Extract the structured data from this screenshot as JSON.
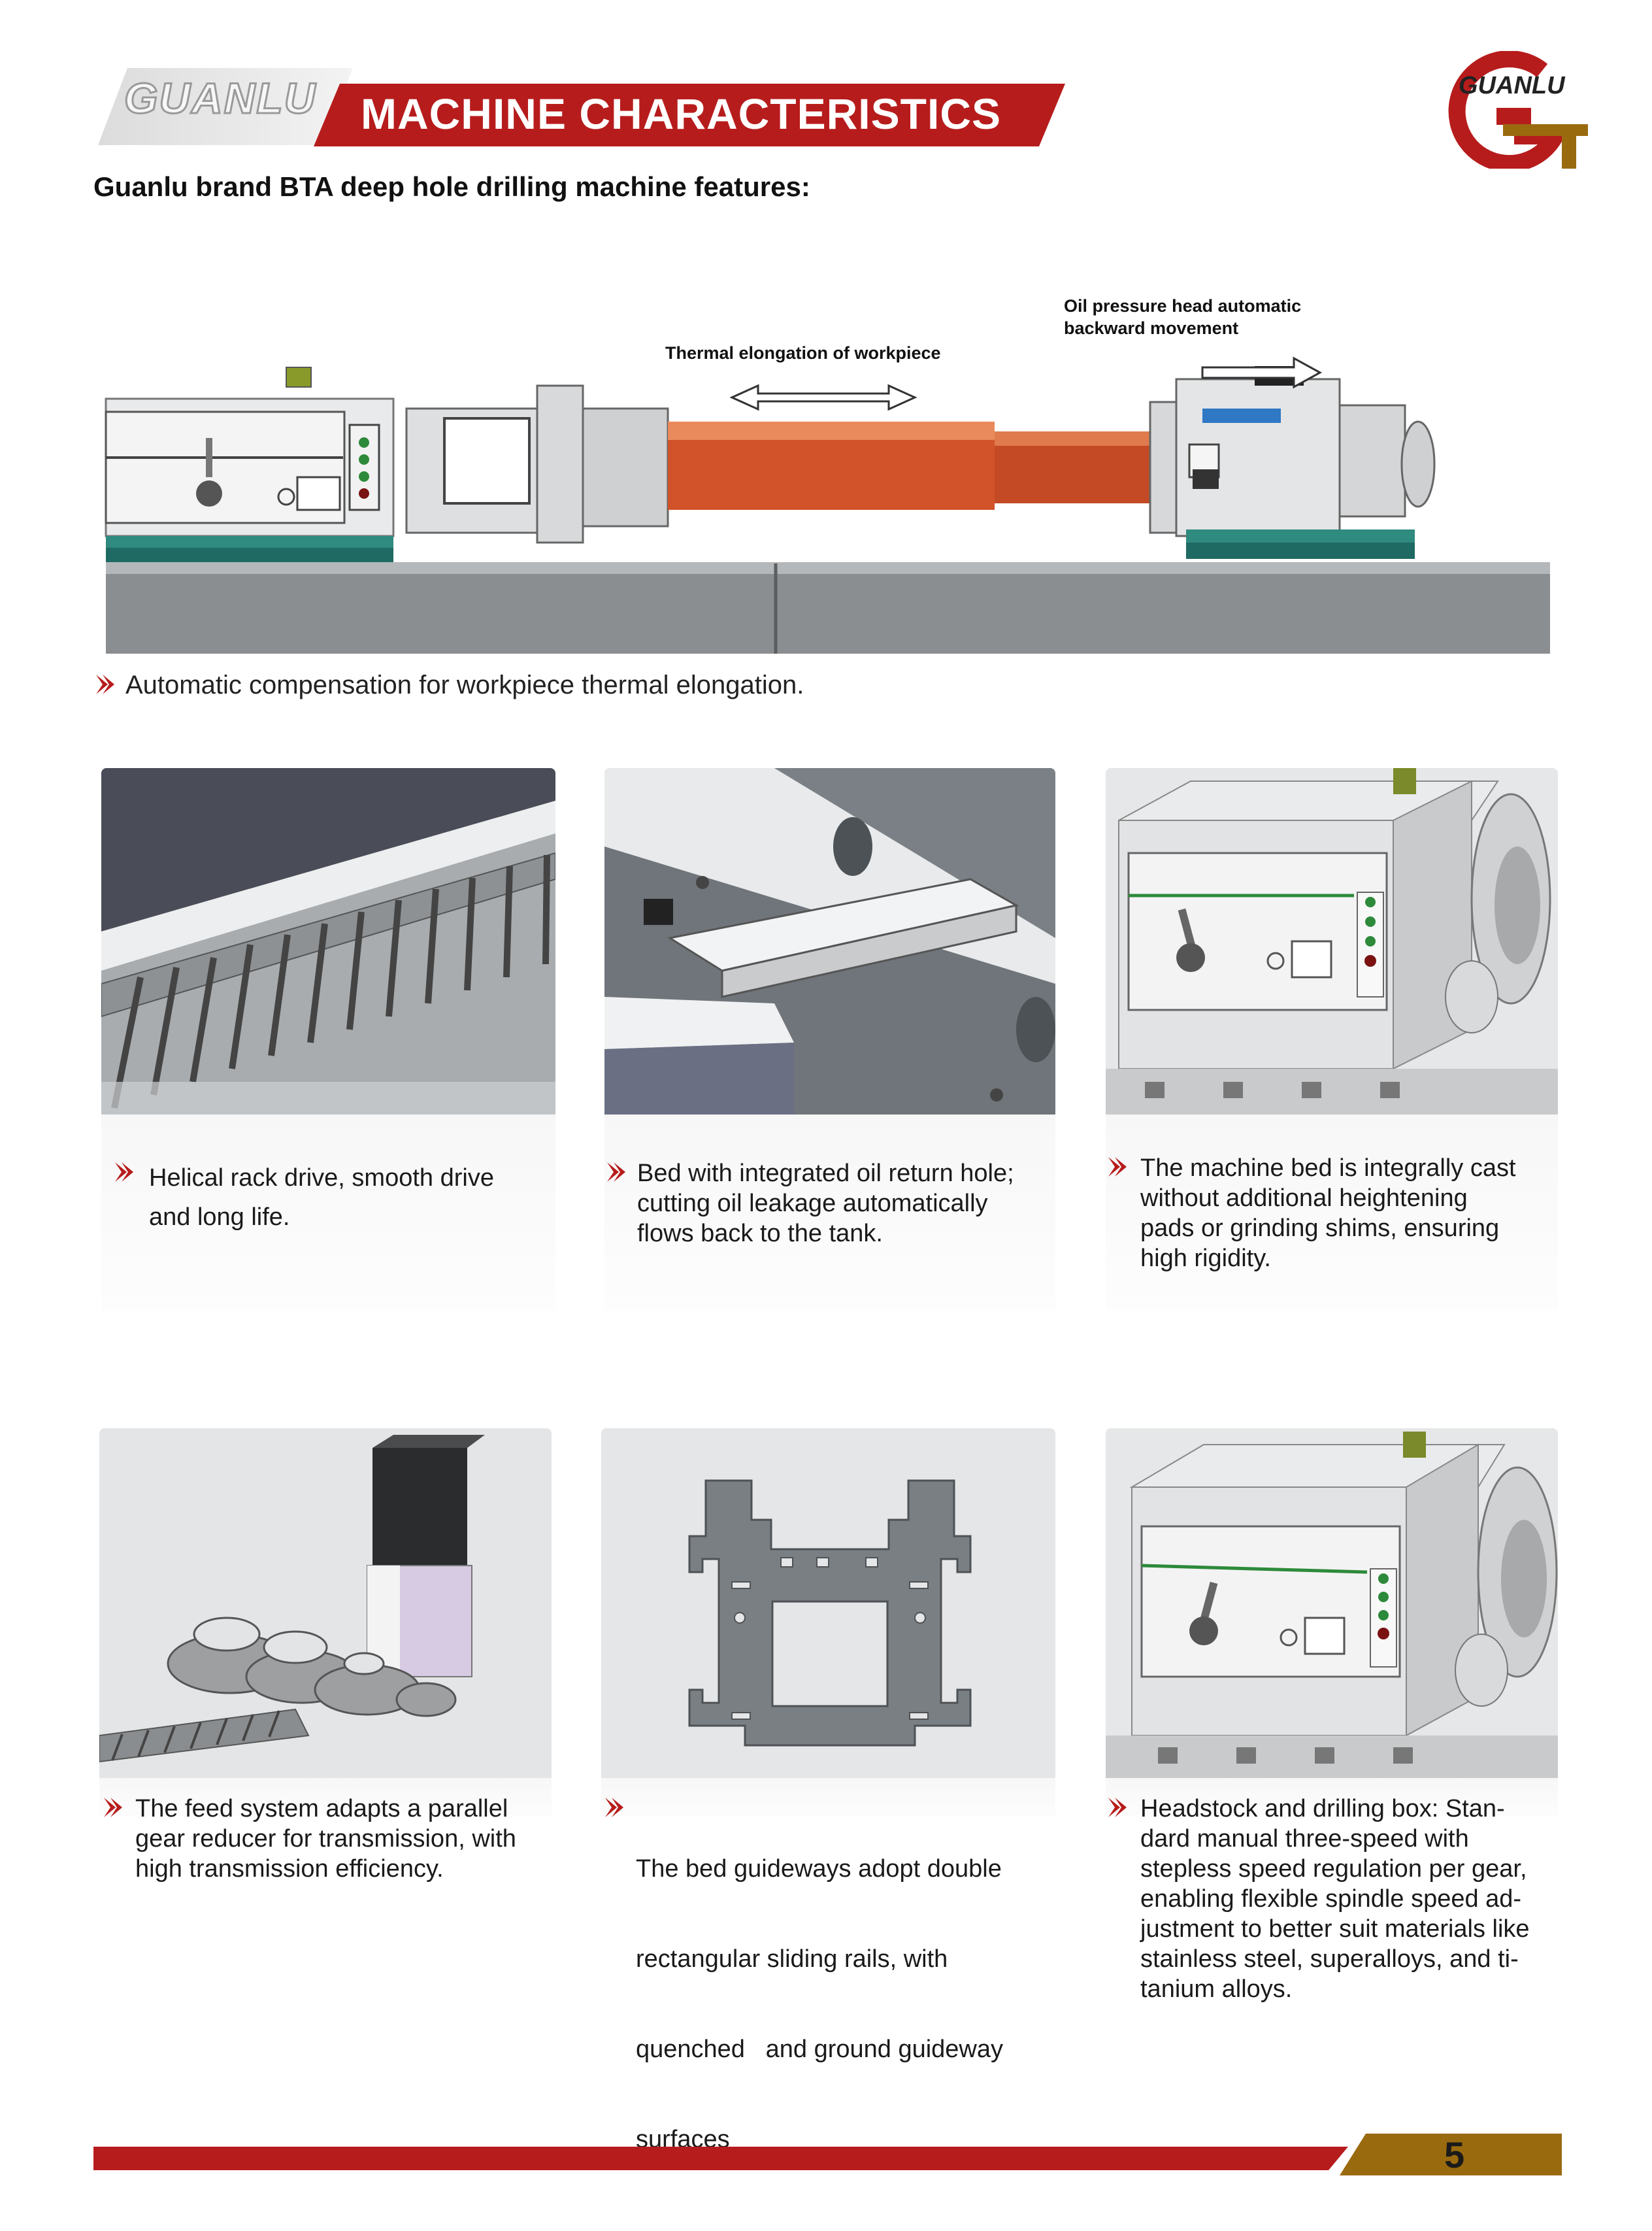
{
  "header": {
    "brand_ghost": "GUANLU",
    "title": "MACHINE CHARACTERISTICS",
    "logo_text": "GUANLU"
  },
  "subtitle": "Guanlu brand BTA deep hole drilling machine features:",
  "main_figure": {
    "callout_thermal": "Thermal elongation of workpiece",
    "callout_oil_line1": "Oil pressure head automatic",
    "callout_oil_line2": "backward movement",
    "feature": "Automatic compensation for workpiece thermal elongation."
  },
  "cards": [
    {
      "caption": [
        "Helical rack drive, smooth drive",
        "and long life."
      ],
      "icon": "helical-rack"
    },
    {
      "caption": [
        "Bed with integrated oil return hole;",
        "cutting oil leakage automatically",
        "flows back to the tank."
      ],
      "icon": "bed-oil-return"
    },
    {
      "caption": [
        "The machine bed is integrally cast",
        "without additional heightening",
        "pads or grinding shims, ensuring",
        "high rigidity."
      ],
      "icon": "headstock-box"
    },
    {
      "caption": [
        "The feed system adapts a parallel",
        "gear reducer for transmission, with",
        "high transmission efficiency."
      ],
      "icon": "gear-reducer"
    },
    {
      "caption": [
        "The bed guideways adopt double",
        "rectangular sliding rails, with",
        "quenched   and ground guideway",
        "surfaces"
      ],
      "icon": "bed-cross-section"
    },
    {
      "caption": [
        "Headstock and drilling box: Stan-",
        "dard manual three-speed with",
        "stepless speed regulation per gear,",
        "enabling flexible spindle speed ad-",
        "justment to better suit materials like",
        "stainless steel, superalloys, and ti-",
        "tanium alloys."
      ],
      "icon": "headstock-box"
    }
  ],
  "colors": {
    "brand_red": "#b71c1c",
    "gold": "#9a6a0f",
    "workpiece": "#d2532a",
    "teal_base": "#2f8a80"
  },
  "footer": {
    "page_number": "5"
  }
}
